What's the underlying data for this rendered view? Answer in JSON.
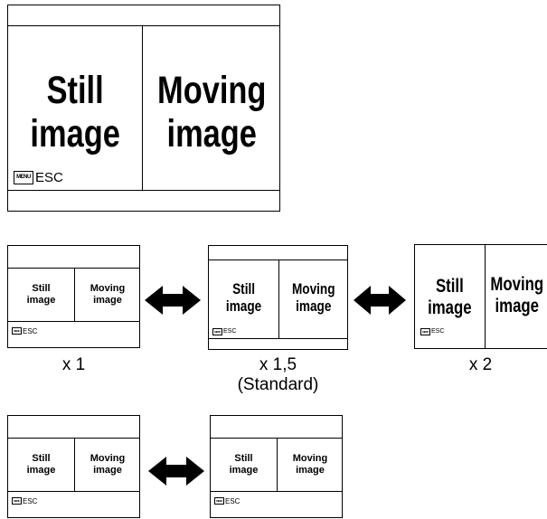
{
  "menu_icon_text": "MENU",
  "esc_label": "ESC",
  "still_line1": "Still",
  "still_line2": "image",
  "moving_line1": "Moving",
  "moving_line2": "image",
  "captions": {
    "x1": "x 1",
    "x15": "x 1,5",
    "standard": "(Standard)",
    "x2": "x 2"
  },
  "icons": {
    "double_arrow": "double-headed-arrow-icon",
    "menu": "menu-button-icon"
  }
}
